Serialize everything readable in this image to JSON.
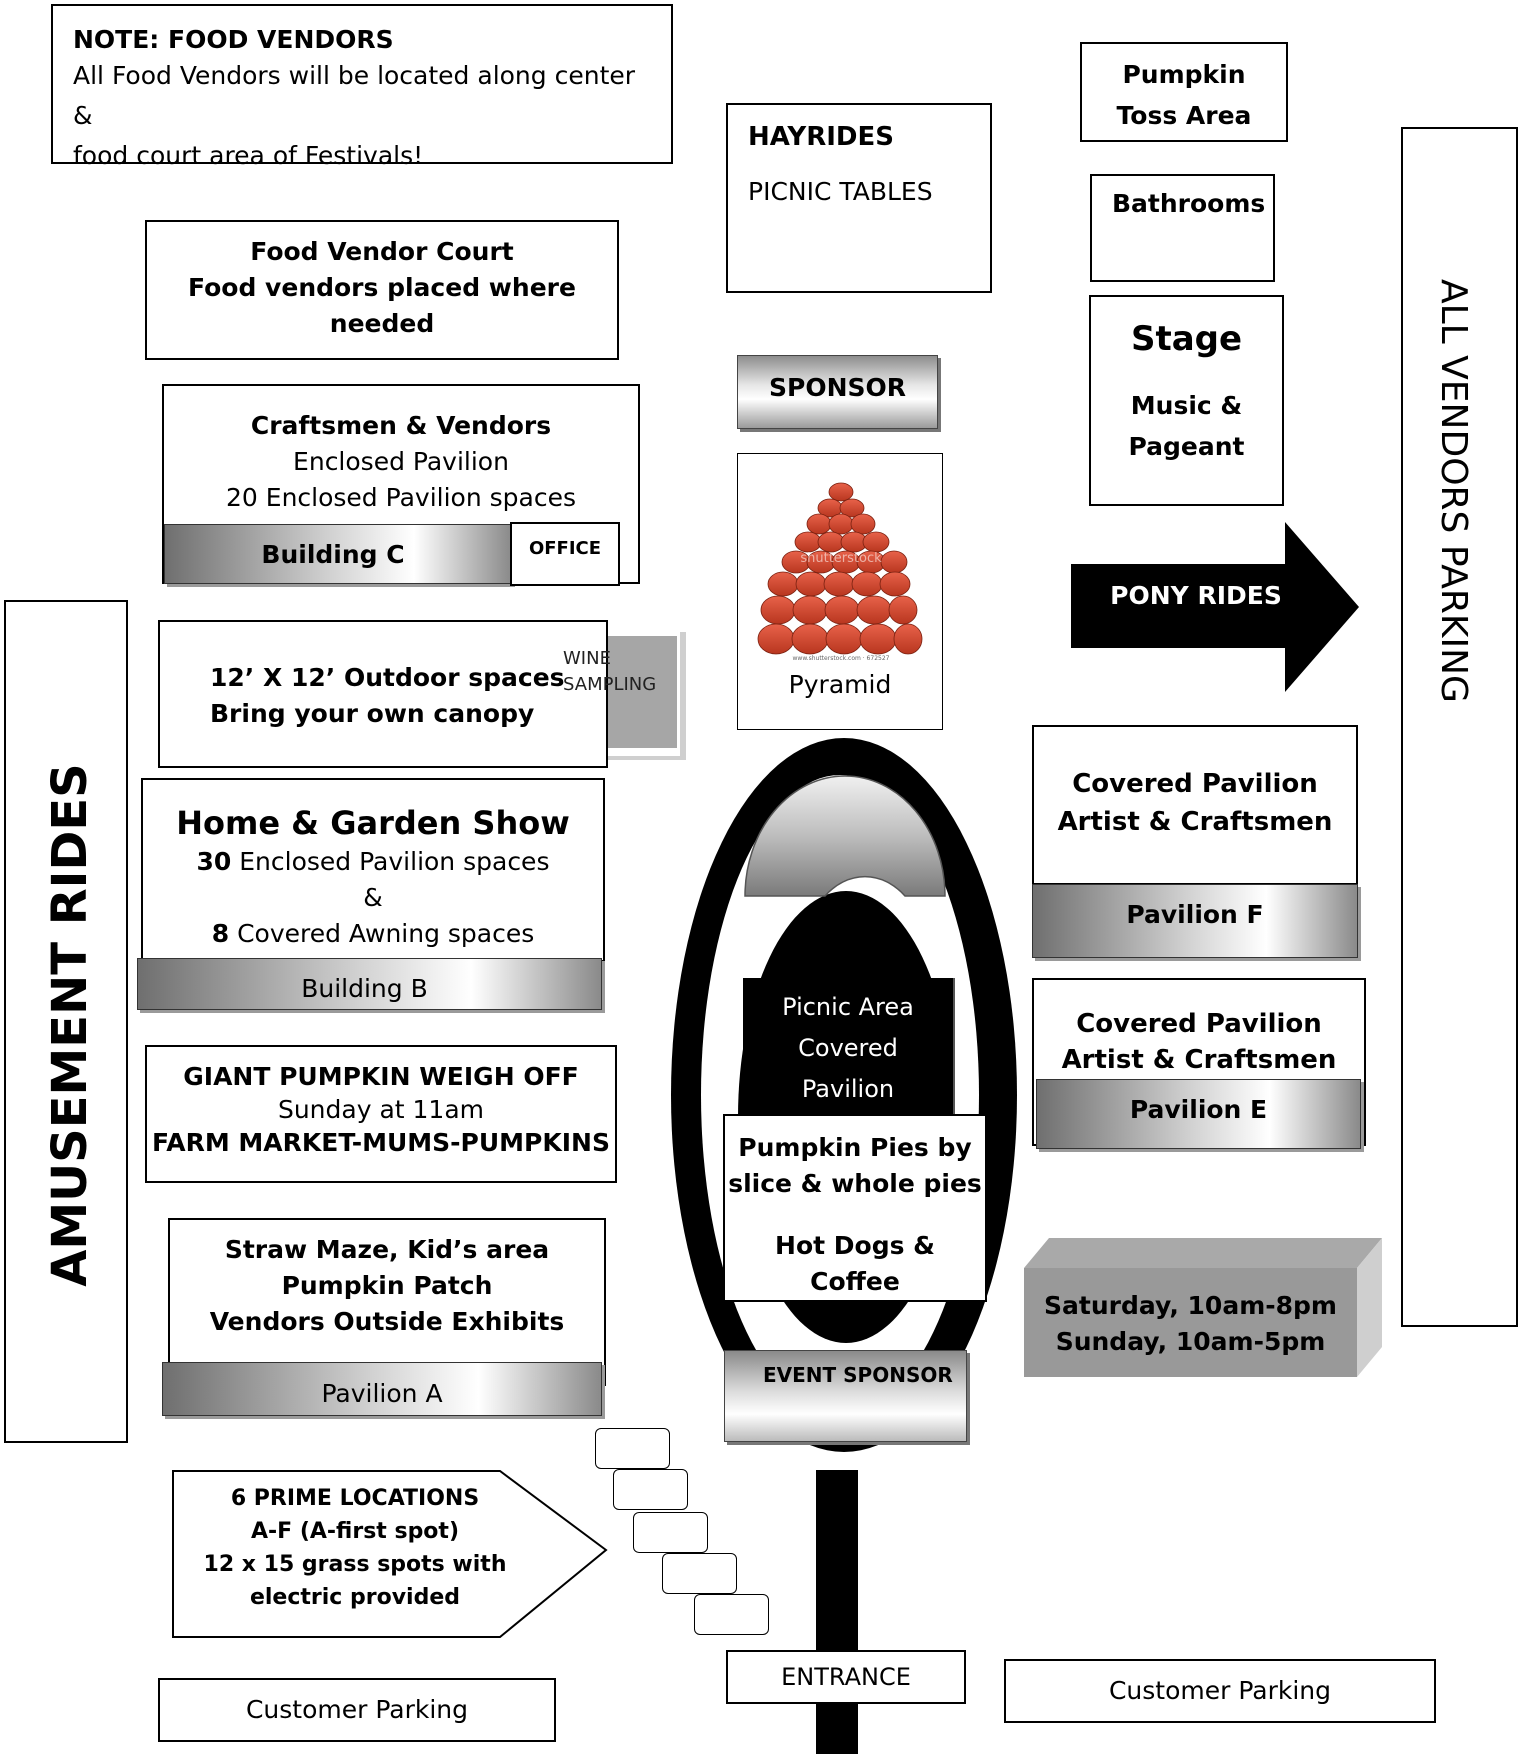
{
  "note": {
    "title": "NOTE: FOOD VENDORS",
    "line1": "All Food Vendors will be located along center &",
    "line2": "food court area of Festivals!"
  },
  "food_court": {
    "line1": "Food Vendor Court",
    "line2": "Food vendors placed where",
    "line3": "needed"
  },
  "craftsmen": {
    "line1": "Craftsmen & Vendors",
    "line2": "Enclosed Pavilion",
    "line3": "20 Enclosed Pavilion spaces",
    "building": "Building C",
    "office": "OFFICE"
  },
  "outdoor": {
    "line1": "12’ X 12’ Outdoor spaces",
    "line2": "Bring your own canopy"
  },
  "wine": {
    "line1": "WINE",
    "line2": "SAMPLING"
  },
  "home_garden": {
    "title": "Home & Garden Show",
    "n1": "30",
    "line1": " Enclosed Pavilion spaces",
    "amp": "&",
    "n2": "8",
    "line2": " Covered Awning spaces",
    "building": "Building B"
  },
  "weigh_off": {
    "line1": "GIANT PUMPKIN WEIGH OFF",
    "line2": "Sunday at 11am",
    "line3": "FARM MARKET-MUMS-PUMPKINS"
  },
  "maze": {
    "line1": "Straw Maze, Kid’s area",
    "line2": "Pumpkin Patch",
    "line3": "Vendors Outside Exhibits",
    "pavilion": "Pavilion A"
  },
  "amusement": "AMUSEMENT RIDES",
  "prime": {
    "line1": "6 PRIME LOCATIONS",
    "line2": "A-F (A-first spot)",
    "line3": "12 x 15 grass spots with",
    "line4": "electric provided"
  },
  "customer_parking_left": "Customer Parking",
  "customer_parking_right": "Customer Parking",
  "entrance": "ENTRANCE",
  "hayrides": {
    "title": "HAYRIDES",
    "sub": "PICNIC TABLES"
  },
  "sponsor": "SPONSOR",
  "pyramid": {
    "caption": "Pyramid",
    "watermark": "shutterstock",
    "credit": "www.shutterstock.com · 672527"
  },
  "picnic": {
    "line1": "Picnic Area",
    "line2": "Covered",
    "line3": "Pavilion"
  },
  "pies": {
    "line1": "Pumpkin Pies by",
    "line2": "slice & whole pies",
    "line3": "Hot Dogs &",
    "line4": "Coffee"
  },
  "event_sponsor": "EVENT SPONSOR",
  "pumpkin_toss": {
    "line1": "Pumpkin",
    "line2": "Toss Area"
  },
  "bathrooms": "Bathrooms",
  "stage": {
    "title": "Stage",
    "line1": "Music &",
    "line2": "Pageant"
  },
  "pony": "PONY RIDES",
  "pavilion_f": {
    "line1": "Covered Pavilion",
    "line2": "Artist & Craftsmen",
    "name": "Pavilion F"
  },
  "pavilion_e": {
    "line1": "Covered Pavilion",
    "line2": "Artist & Craftsmen",
    "name": "Pavilion E"
  },
  "hours": {
    "line1": "Saturday, 10am-8pm",
    "line2": "Sunday, 10am-5pm"
  },
  "vendors_parking": "ALL VENDORS PARKING"
}
